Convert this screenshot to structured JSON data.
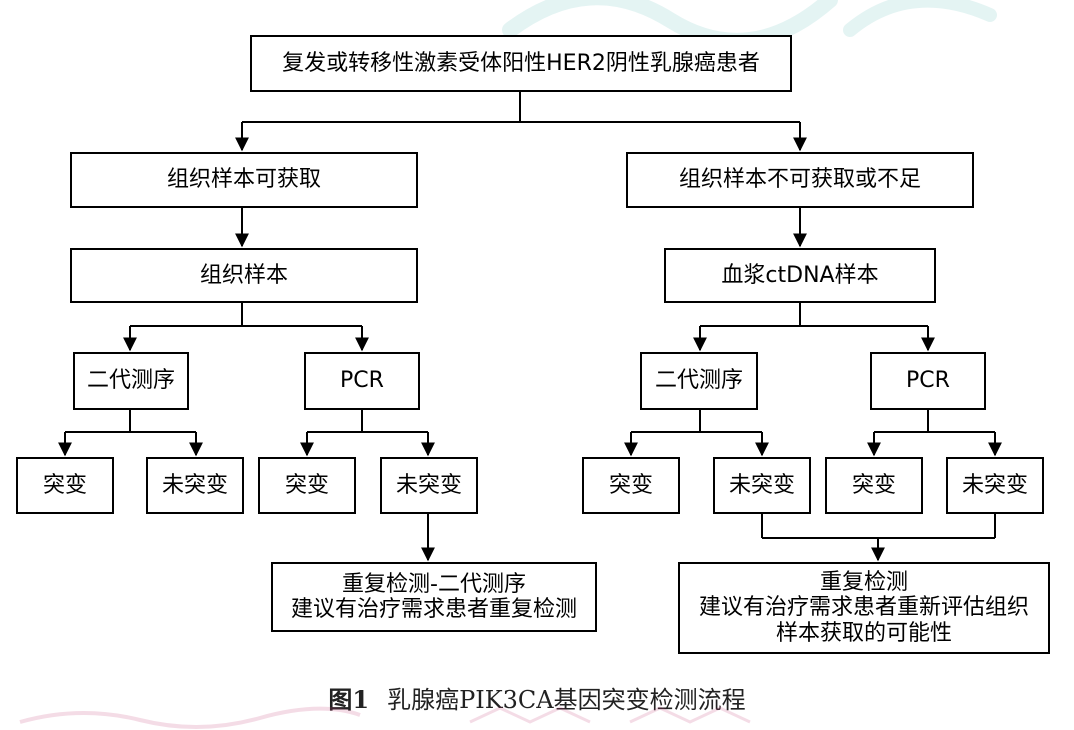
{
  "nodes": {
    "root": "复发或转移性激素受体阳性HER2阴性乳腺癌患者",
    "tissue_available": "组织样本可获取",
    "tissue_unavailable": "组织样本不可获取或不足",
    "tissue_sample": "组织样本",
    "plasma_sample": "血浆ctDNA样本",
    "left_ngs": "二代测序",
    "left_pcr": "PCR",
    "right_ngs": "二代测序",
    "right_pcr": "PCR",
    "l_ngs_mut": "突变",
    "l_ngs_nomut": "未突变",
    "l_pcr_mut": "突变",
    "l_pcr_nomut": "未突变",
    "r_ngs_mut": "突变",
    "r_ngs_nomut": "未突变",
    "r_pcr_mut": "突变",
    "r_pcr_nomut": "未突变",
    "left_retest_line1": "重复检测-二代测序",
    "left_retest_line2": "建议有治疗需求患者重复检测",
    "right_retest_line1": "重复检测",
    "right_retest_line2": "建议有治疗需求患者重新评估组织",
    "right_retest_line3": "样本获取的可能性"
  },
  "caption": {
    "figure_label": "图1",
    "text": "乳腺癌PIK3CA基因突变检测流程"
  },
  "colors": {
    "line": "#000000",
    "box_border": "#000000",
    "watermark_pink": "#c7417a",
    "watermark_teal": "#2aa7a0"
  }
}
